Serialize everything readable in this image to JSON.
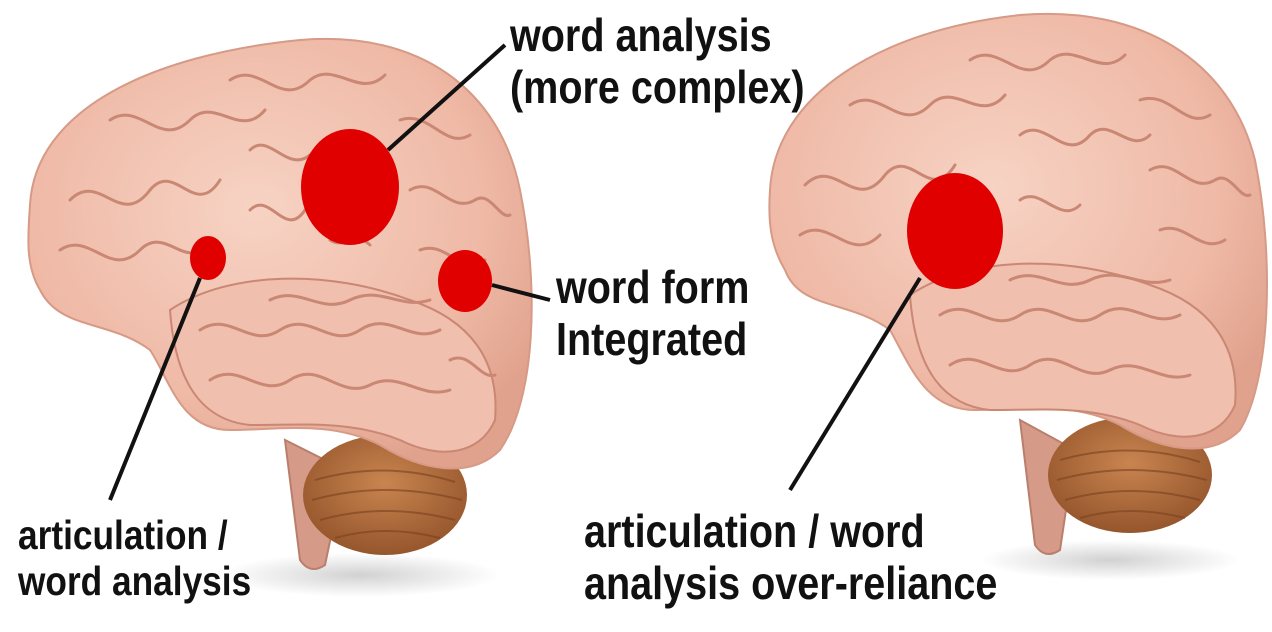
{
  "colors": {
    "marker": "#e00000",
    "brain_tissue": "#efb9a6",
    "gyri_lines": "#c98774",
    "cerebellum": "#b06a3a",
    "brainstem": "#d9a08e",
    "leader_line": "#111111",
    "text": "#111111"
  },
  "left_brain": {
    "labels": {
      "top_line1": "word analysis",
      "top_line2": "(more complex)",
      "right_line1": "word form",
      "right_line2": "Integrated",
      "bottom_line1": "articulation /",
      "bottom_line2": "word analysis"
    }
  },
  "right_brain": {
    "labels": {
      "bottom_line1": "articulation / word",
      "bottom_line2": "analysis over-reliance"
    }
  },
  "icons": [
    "brain-illustration",
    "cerebellum",
    "brainstem",
    "activation-marker"
  ]
}
